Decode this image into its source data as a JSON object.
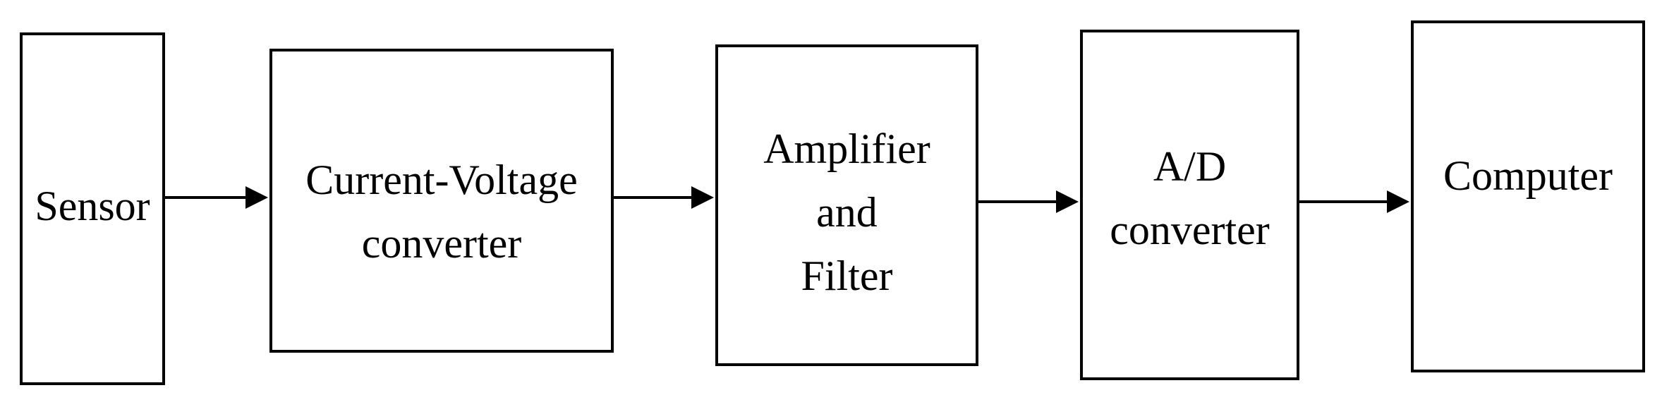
{
  "diagram": {
    "blocks": [
      {
        "id": "sensor",
        "lines": [
          "Sensor"
        ]
      },
      {
        "id": "current-voltage-converter",
        "lines": [
          "Current-Voltage",
          "converter"
        ]
      },
      {
        "id": "amplifier-filter",
        "lines": [
          "Amplifier",
          "and",
          "Filter"
        ]
      },
      {
        "id": "ad-converter",
        "lines": [
          "A/D",
          "converter"
        ]
      },
      {
        "id": "computer",
        "lines": [
          "Computer"
        ]
      }
    ],
    "connections": [
      {
        "from": "sensor",
        "to": "current-voltage-converter"
      },
      {
        "from": "current-voltage-converter",
        "to": "amplifier-filter"
      },
      {
        "from": "amplifier-filter",
        "to": "ad-converter"
      },
      {
        "from": "ad-converter",
        "to": "computer"
      }
    ],
    "colors": {
      "stroke": "#000000",
      "fill": "#ffffff",
      "text": "#000000"
    }
  }
}
